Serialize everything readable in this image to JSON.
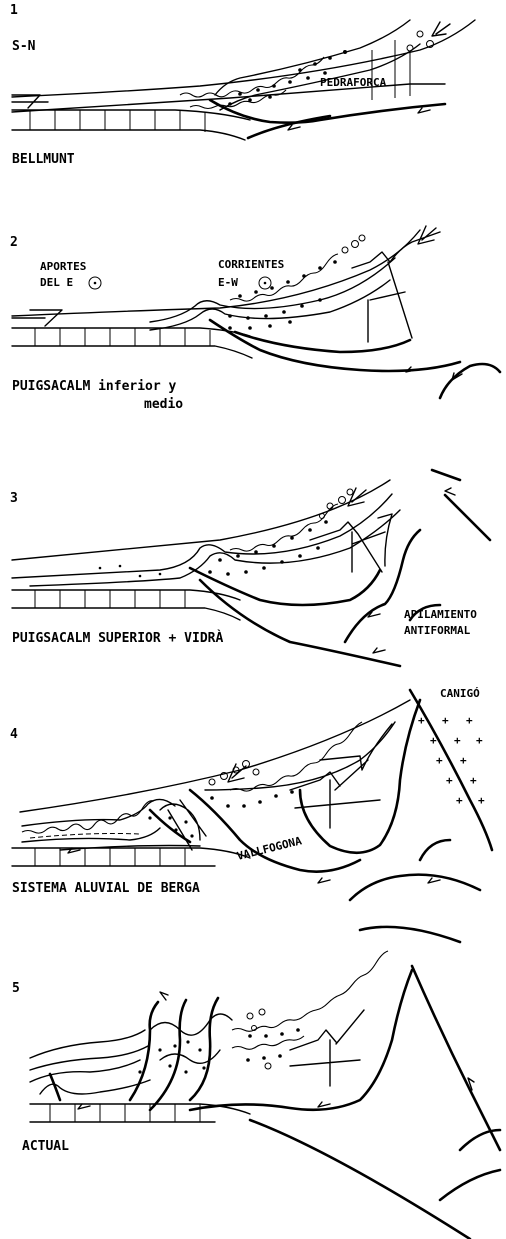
{
  "panels": [
    {
      "number": "1",
      "orientation": "S-N",
      "caption": "BELLMUNT",
      "labels": {
        "pedraforca": "PEDRAFORCA"
      }
    },
    {
      "number": "2",
      "caption_line1": "PUIGSACALM inferior y",
      "caption_line2": "medio",
      "labels": {
        "aportes_1": "APORTES",
        "aportes_2": "DEL E",
        "corrientes_1": "CORRIENTES",
        "corrientes_2": "E-W"
      }
    },
    {
      "number": "3",
      "caption": "PUIGSACALM SUPERIOR + VIDRÀ",
      "labels": {
        "apilamiento_1": "APILAMIENTO",
        "apilamiento_2": "ANTIFORMAL"
      }
    },
    {
      "number": "4",
      "caption": "SISTEMA ALUVIAL DE BERGA",
      "labels": {
        "canigo": "CANIGÓ",
        "vallfogona": "VALLFOGONA"
      }
    },
    {
      "number": "5",
      "caption": "ACTUAL"
    }
  ],
  "icons": {
    "flow_arrow": "hollow-arrow-icon",
    "current_symbol": "circled-dot-icon",
    "thrust_arrow": "half-arrow-icon"
  },
  "colors": {
    "ink": "#000000",
    "paper": "#ffffff"
  }
}
